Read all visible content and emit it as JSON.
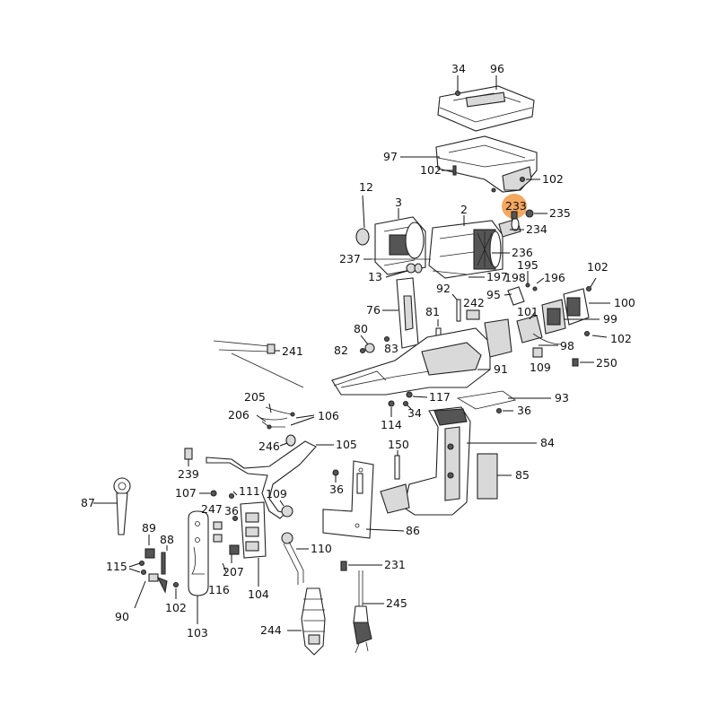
{
  "highlight_color": "#f5a860",
  "callouts": {
    "c34a": "34",
    "c96": "96",
    "c97": "97",
    "c102a": "102",
    "c102b": "102",
    "c12": "12",
    "c3": "3",
    "c2": "2",
    "c233": "233",
    "c235": "235",
    "c234": "234",
    "c237": "237",
    "c236": "236",
    "c13": "13",
    "c197": "197",
    "c195": "195",
    "c198": "198",
    "c196": "196",
    "c102c": "102",
    "c92": "92",
    "c95": "95",
    "c100": "100",
    "c76": "76",
    "c242": "242",
    "c81": "81",
    "c101": "101",
    "c99": "99",
    "c80": "80",
    "c102d": "102",
    "c82": "82",
    "c83": "83",
    "c98": "98",
    "c241": "241",
    "c91": "91",
    "c109a": "109",
    "c250": "250",
    "c205": "205",
    "c117": "117",
    "c93": "93",
    "c206": "206",
    "c106": "106",
    "c114": "114",
    "c34b": "34",
    "c36a": "36",
    "c246": "246",
    "c105": "105",
    "c84": "84",
    "c150": "150",
    "c239": "239",
    "c85": "85",
    "c36b": "36",
    "c87": "87",
    "c107": "107",
    "c111": "111",
    "c109b": "109",
    "c247": "247",
    "c36c": "36",
    "c86": "86",
    "c89": "89",
    "c88": "88",
    "c110": "110",
    "c115": "115",
    "c207": "207",
    "c231": "231",
    "c116": "116",
    "c104": "104",
    "c102e": "102",
    "c245": "245",
    "c90": "90",
    "c244": "244",
    "c103": "103"
  }
}
